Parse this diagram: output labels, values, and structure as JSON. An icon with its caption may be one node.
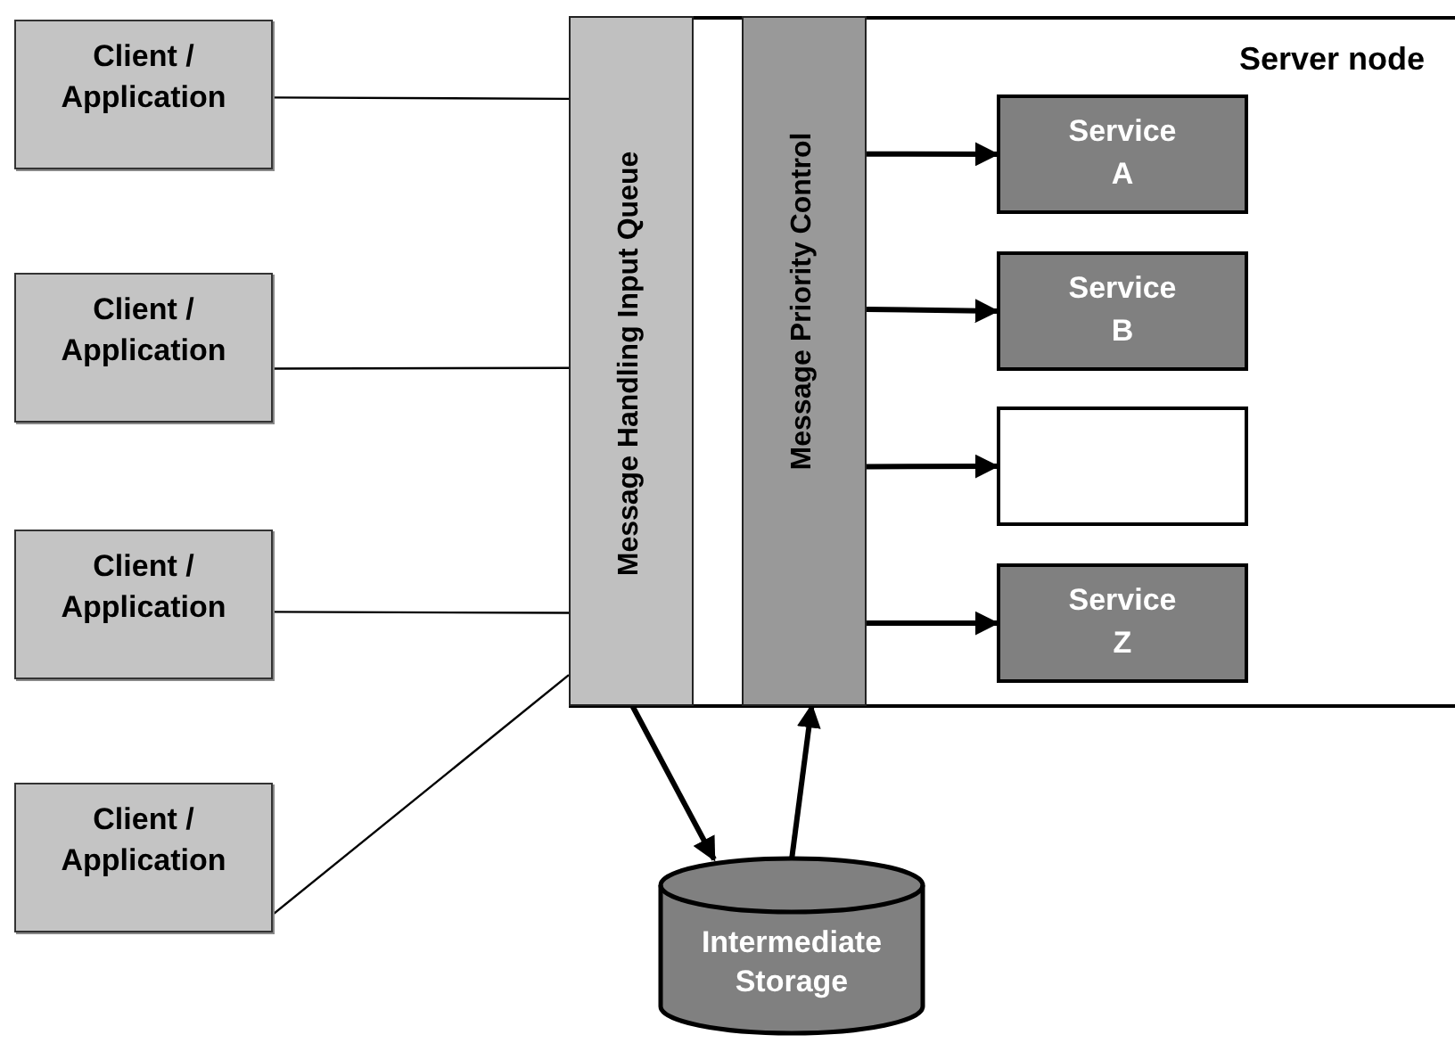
{
  "diagram": {
    "nodes": [
      {
        "text": [
          "Client / Application"
        ]
      },
      {
        "text": [
          "Client / Application"
        ]
      },
      {
        "text": [
          "Client / Application"
        ]
      },
      {
        "text": [
          "Client / Application"
        ]
      },
      {
        "text": [
          "Server node"
        ]
      },
      {
        "text": [
          "Message Handling Input Queue"
        ],
        "in": 4
      },
      {
        "text": [
          "Message Priority Control"
        ],
        "in": 4
      },
      {
        "text": [
          "Service A"
        ],
        "in": 4
      },
      {
        "text": [
          "Service B"
        ],
        "in": 4
      },
      {
        "text": [],
        "shape": "box",
        "in": 4
      },
      {
        "text": [
          "Service Z"
        ],
        "in": 4
      },
      {
        "text": [
          "Intermediate Storage"
        ]
      }
    ],
    "edges": [
      {
        "from": 0,
        "to": 5,
        "arrow": "none"
      },
      {
        "from": 1,
        "to": 5,
        "arrow": "none"
      },
      {
        "from": 2,
        "to": 5,
        "arrow": "none"
      },
      {
        "from": 3,
        "to": 5,
        "arrow": "none"
      },
      {
        "from": 5,
        "to": 11,
        "arrow": "to"
      },
      {
        "from": 11,
        "to": 6,
        "arrow": "to"
      },
      {
        "from": 6,
        "to": 7,
        "arrow": "to"
      },
      {
        "from": 6,
        "to": 8,
        "arrow": "to"
      },
      {
        "from": 6,
        "to": 9,
        "arrow": "to"
      },
      {
        "from": 6,
        "to": 10,
        "arrow": "to"
      }
    ]
  }
}
